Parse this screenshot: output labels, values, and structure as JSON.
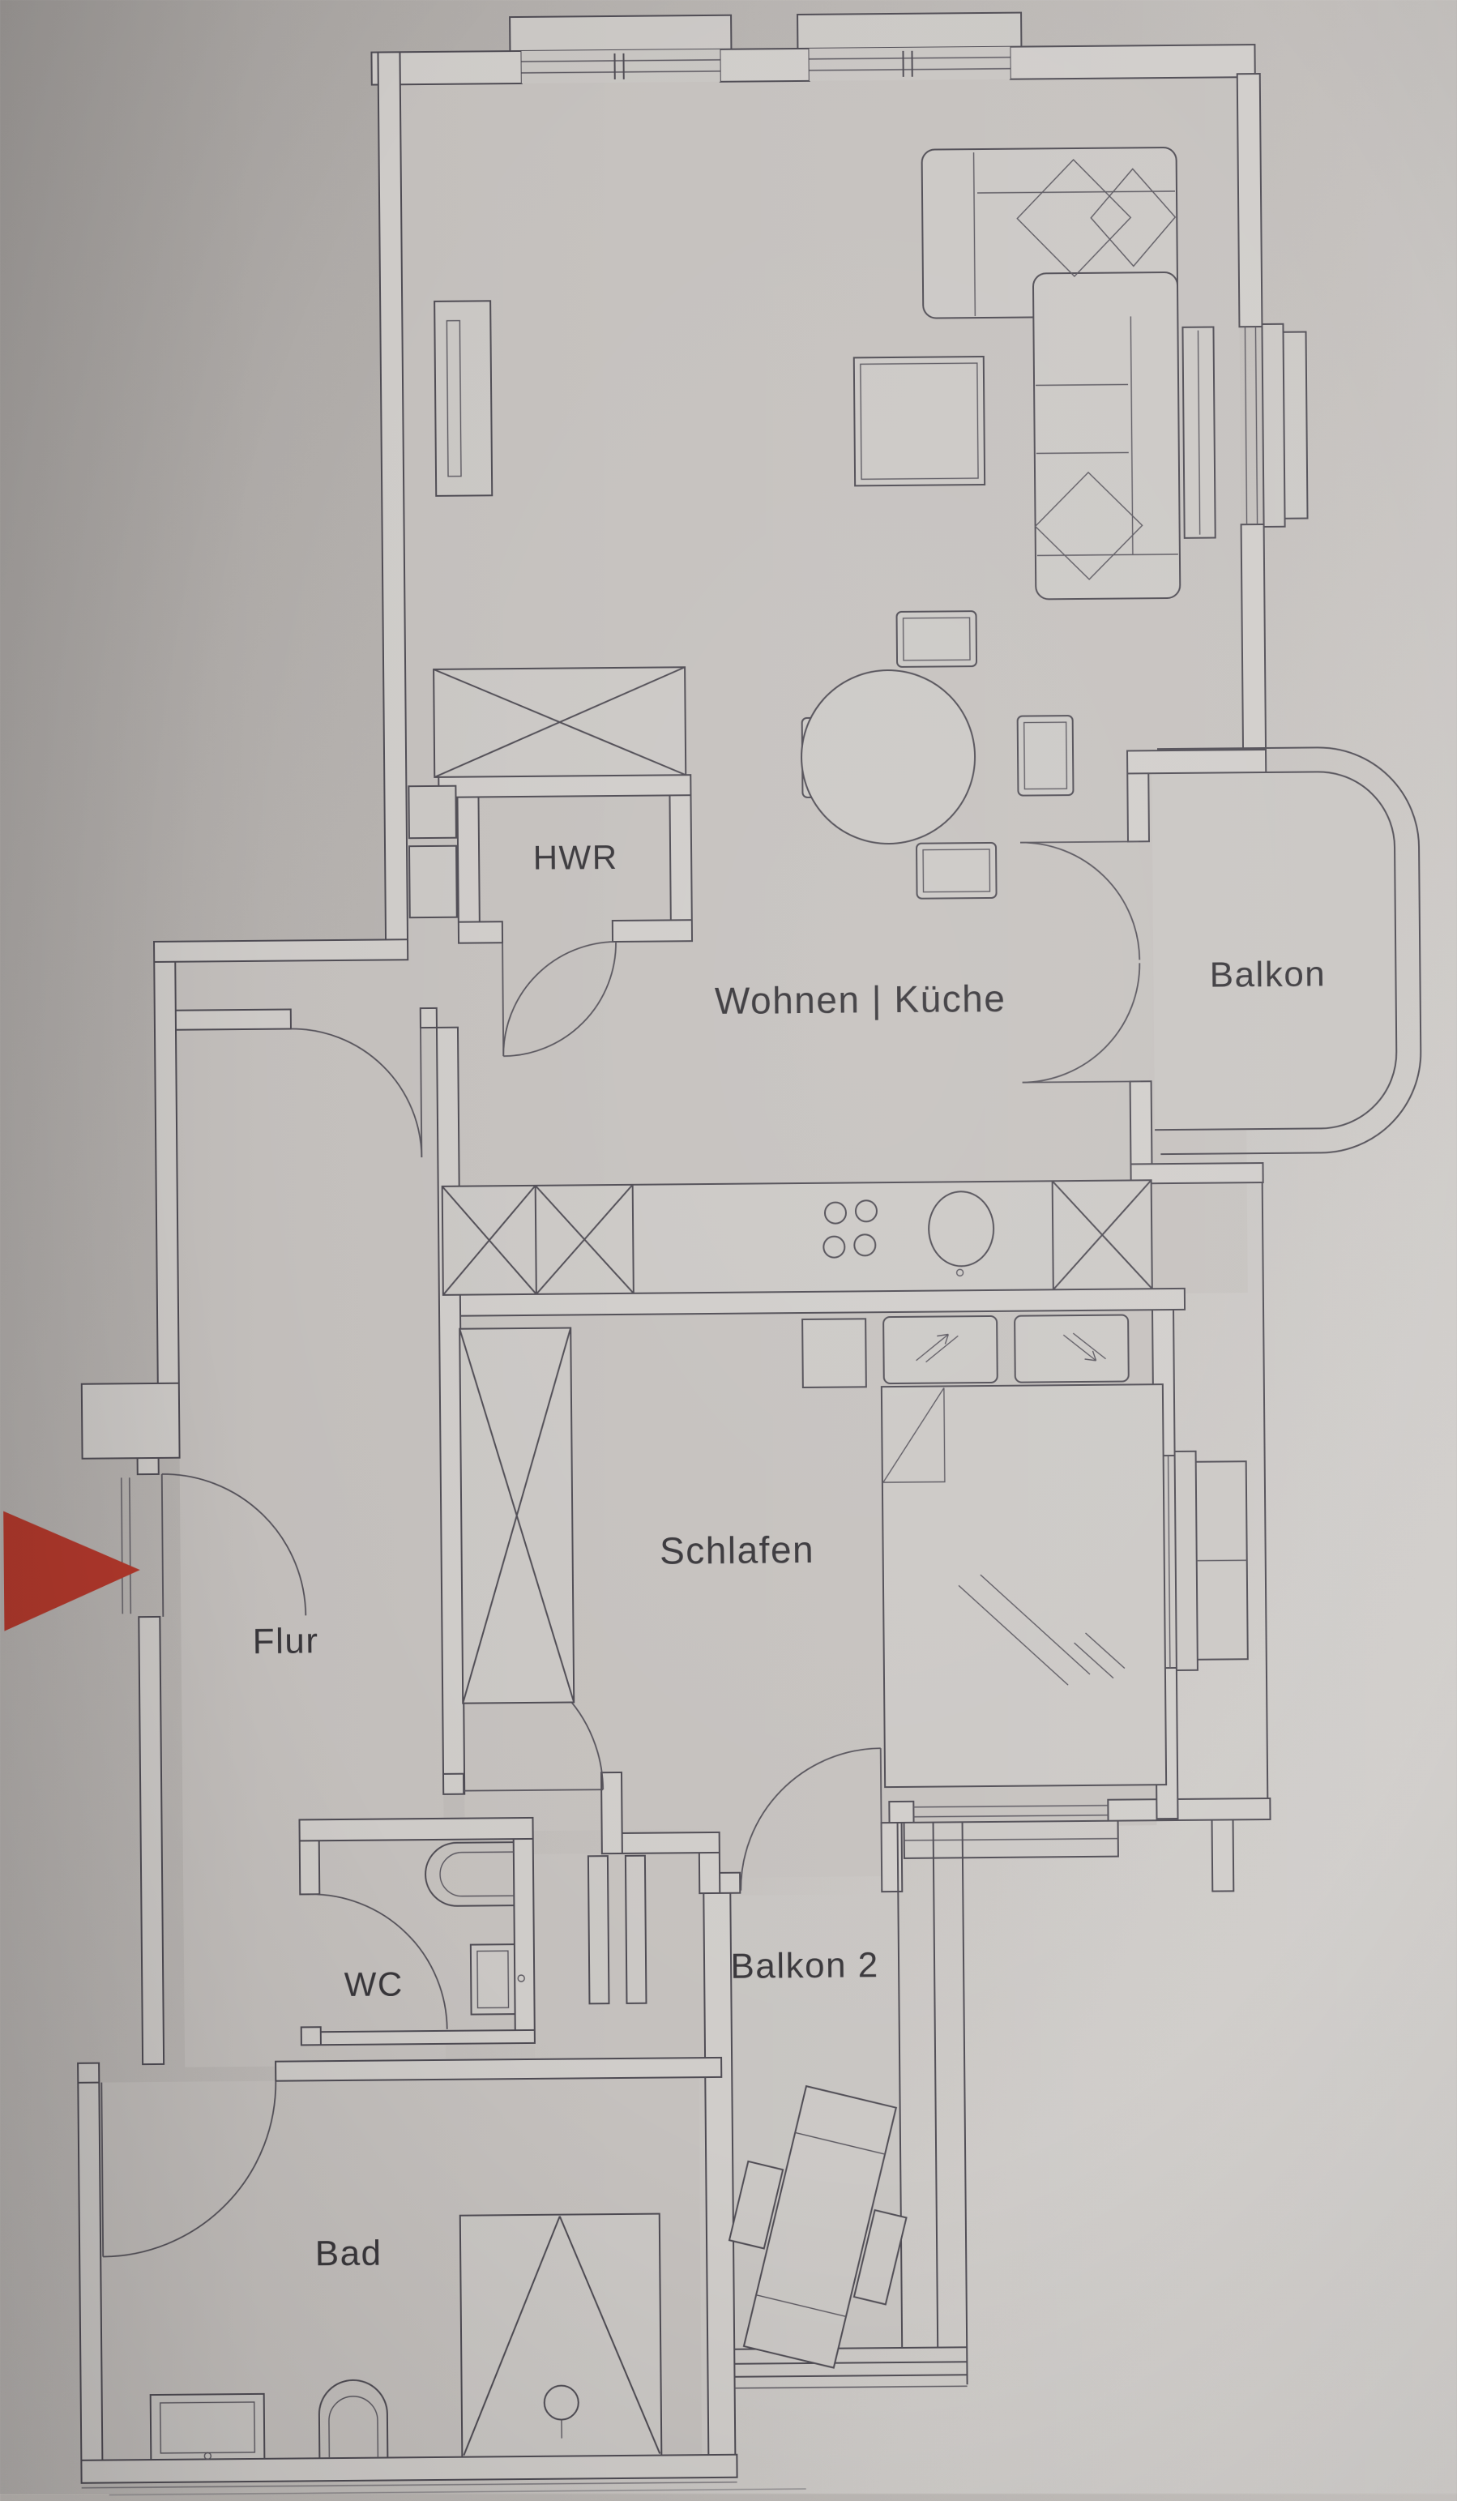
{
  "floorplan": {
    "type": "apartment-floor-plan-photo",
    "rooms": [
      {
        "id": "wohnen_kueche",
        "label": "Wohnen | Küche"
      },
      {
        "id": "hwr",
        "label": "HWR"
      },
      {
        "id": "balkon",
        "label": "Balkon"
      },
      {
        "id": "schlafen",
        "label": "Schlafen"
      },
      {
        "id": "flur",
        "label": "Flur"
      },
      {
        "id": "wc",
        "label": "WC"
      },
      {
        "id": "bad",
        "label": "Bad"
      },
      {
        "id": "balkon2",
        "label": "Balkon 2"
      }
    ],
    "entrance": {
      "marker": "red-arrow",
      "direction": "right"
    },
    "furniture": [
      "corner-sofa",
      "side-table",
      "tv-sideboard",
      "radiator",
      "sideboard",
      "dining-table-4-chairs",
      "kitchen-counter",
      "cooktop",
      "kitchen-sink",
      "wardrobe",
      "double-bed",
      "nightstand",
      "wc-toilet",
      "wc-washbasin",
      "bath-washbasin",
      "bath-toilet",
      "shower",
      "sun-lounger"
    ],
    "colors": {
      "background": "#b8b4b1",
      "floor_fill": "#c5c1be",
      "wall_fill": "#d0cdca",
      "furniture_fill": "#cbc8c5",
      "line": "#4e4b53",
      "label_text": "#38363a",
      "entrance_arrow": "#b5372a"
    }
  }
}
